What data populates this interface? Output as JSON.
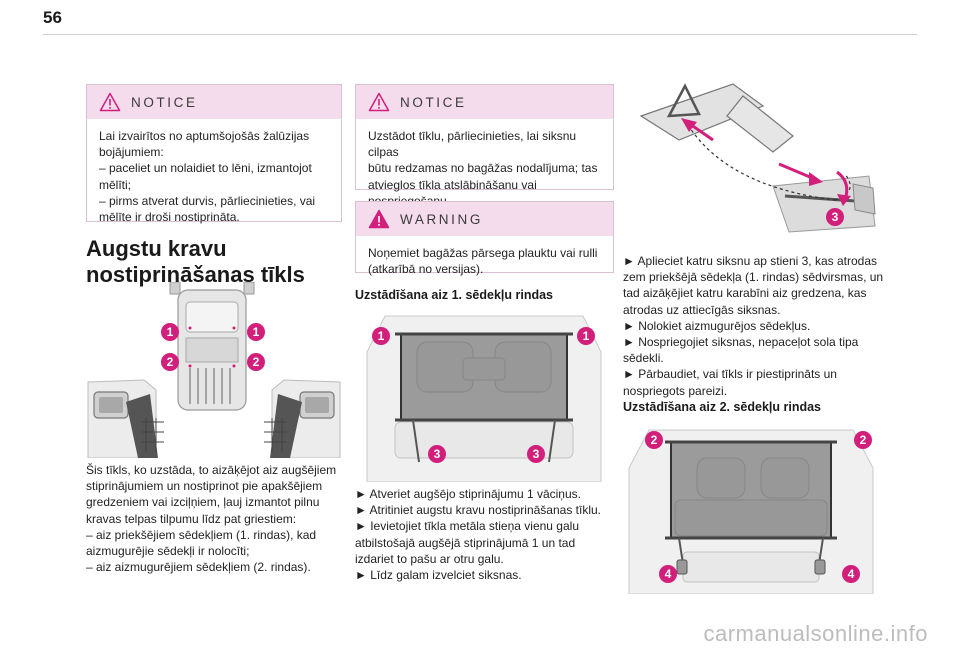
{
  "page_number": "56",
  "notice1": {
    "title": "NOTICE",
    "lines": [
      "Lai izvairītos no aptumšojošās žalūzijas",
      "bojājumiem:",
      "–  paceliet un nolaidiet to lēni, izmantojot",
      "mēlīti;",
      "–  pirms atverat durvis, pārliecinieties, vai",
      "mēlīte ir droši nostiprināta."
    ]
  },
  "section": {
    "title_line1": "Augstu kravu",
    "title_line2": "nostiprināšanas tīkls"
  },
  "intro": {
    "lines": [
      "Šis tīkls, ko uzstāda, to aizāķējot aiz augšējiem",
      "stiprinājumiem un nostiprinot pie apakšējiem",
      "gredzeniem vai izciļņiem, ļauj izmantot pilnu",
      "kravas telpas tilpumu līdz pat griestiem:",
      "–  aiz priekšējiem sēdekļiem (1. rindas), kad",
      "aizmugurējie sēdekļi ir nolocīti;",
      "–  aiz aizmugurējiem sēdekļiem (2. rindas)."
    ]
  },
  "notice2": {
    "title": "NOTICE",
    "lines": [
      "Uzstādot tīklu, pārliecinieties, lai siksnu cilpas",
      "būtu redzamas no bagāžas nodalījuma; tas",
      "atvieglos tīkla atslābināšanu vai",
      "nospriegošanu."
    ]
  },
  "warning": {
    "title": "WARNING",
    "lines": [
      "Noņemiet bagāžas pārsega plauktu vai rulli",
      "(atkarībā no versijas)."
    ]
  },
  "row1": {
    "heading": "Uzstādīšana aiz 1. sēdekļu rindas",
    "lines": [
      "►  Atveriet augšējo stiprinājumu 1 vāciņus.",
      "►  Atritiniet augstu kravu nostiprināšanas tīklu.",
      "►  Ievietojiet tīkla metāla stieņa vienu galu",
      "atbilstošajā augšējā stiprinājumā 1 un tad",
      "izdariet to pašu ar otru galu.",
      "►  Līdz galam izvelciet siksnas."
    ]
  },
  "row1b": {
    "lines": [
      "►  Aplieciet katru siksnu ap stieni 3, kas atrodas",
      "zem priekšējā sēdekļa (1. rindas) sēdvirsmas, un",
      "tad aizāķējiet katru karabīni aiz gredzena, kas",
      "atrodas uz attiecīgās siksnas.",
      "►  Nolokiet aizmugurējos sēdekļus.",
      "►  Nospriegojiet siksnas, nepaceļot sola tipa",
      "sēdekli.",
      "►  Pārbaudiet, vai tīkls ir piestiprināts un",
      "nospriegots pareizi."
    ]
  },
  "row2": {
    "heading": "Uzstādīšana aiz 2. sēdekļu rindas"
  },
  "badges": {
    "one": "1",
    "two": "2",
    "three": "3",
    "four": "4"
  },
  "footer": {
    "text": "carmanualsonline.info"
  },
  "colors": {
    "accent": "#d21f7c",
    "box_header": "#f4dced",
    "box_border": "#d9c1d3"
  }
}
